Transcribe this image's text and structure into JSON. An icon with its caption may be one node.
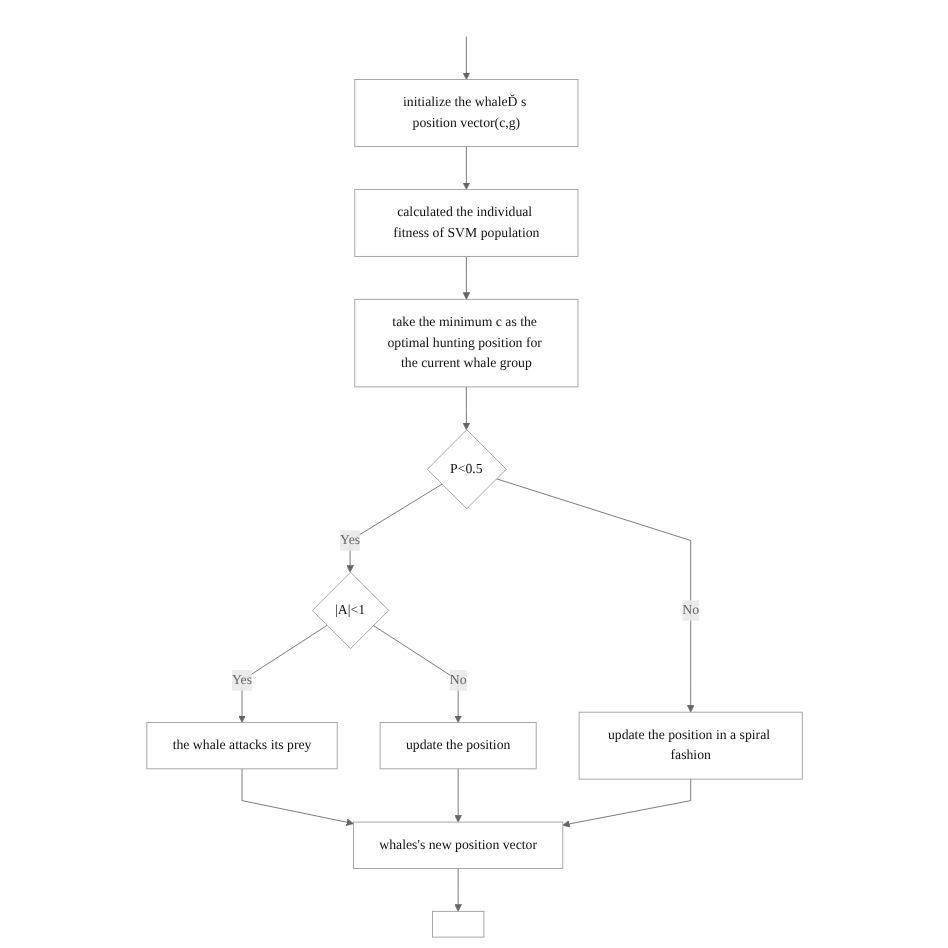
{
  "diagram": {
    "nodes": [
      {
        "text": [
          "initialize the whaleĎ s position vector(c,g)"
        ]
      },
      {
        "text": [
          "calculated the individual fitness of SVM population"
        ]
      },
      {
        "text": [
          "take the minimum c as the optimal hunting position for the current whale group"
        ]
      },
      {
        "text": [
          "P<0.5"
        ]
      },
      {
        "text": [
          "|A|<1"
        ]
      },
      {
        "text": [
          "update the position in a spiral fashion"
        ]
      },
      {
        "text": [
          "the whale attacks its prey"
        ]
      },
      {
        "text": [
          "update the position"
        ]
      },
      {
        "text": [
          "whales's new position vector"
        ]
      },
      {
        "text": [],
        "shape": "box"
      }
    ],
    "edges": [
      {
        "from": null,
        "to": 0,
        "arrow": "to"
      },
      {
        "from": 0,
        "to": 1,
        "arrow": "to"
      },
      {
        "from": 1,
        "to": 2,
        "arrow": "to"
      },
      {
        "from": 2,
        "to": 3,
        "arrow": "to"
      },
      {
        "from": 3,
        "to": 4,
        "arrow": "to",
        "label": "Yes"
      },
      {
        "from": 3,
        "to": 5,
        "arrow": "to",
        "label": "No"
      },
      {
        "from": 4,
        "to": 6,
        "arrow": "to",
        "label": "Yes"
      },
      {
        "from": 4,
        "to": 7,
        "arrow": "to",
        "label": "No"
      },
      {
        "from": 6,
        "to": 8,
        "arrow": "to"
      },
      {
        "from": 7,
        "to": 8,
        "arrow": "to"
      },
      {
        "from": 5,
        "to": 8,
        "arrow": "to"
      },
      {
        "from": 8,
        "to": 9,
        "arrow": "to"
      }
    ]
  }
}
